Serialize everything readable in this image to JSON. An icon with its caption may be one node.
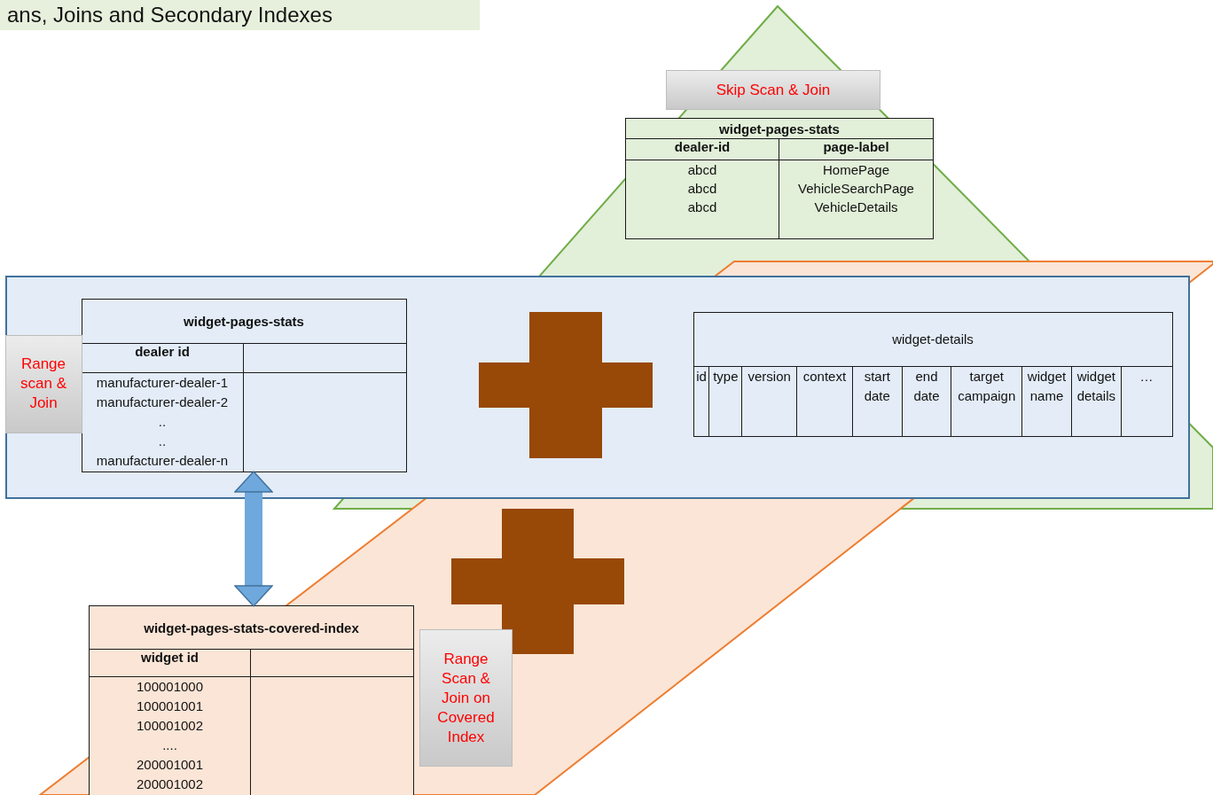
{
  "diagram": {
    "title": "ans, Joins and Secondary Indexes",
    "nodes": [
      {
        "text": [
          "Skip Scan & Join"
        ]
      },
      {
        "text": [
          "widget-pages-stats",
          "dealer-id",
          "page-label",
          "abcd",
          "HomePage",
          "abcd",
          "VehicleSearchPage",
          "abcd",
          "VehicleDetails"
        ]
      },
      {
        "text": [],
        "shape": "box"
      },
      {
        "text": [
          "Range scan & Join"
        ],
        "in": 2
      },
      {
        "text": [
          "widget-pages-stats",
          "dealer id",
          "manufacturer-dealer-1",
          "manufacturer-dealer-2",
          "..",
          "..",
          "manufacturer-dealer-n"
        ],
        "in": 2
      },
      {
        "text": [
          "widget-details",
          "id",
          "type",
          "version",
          "context",
          "start date",
          "end date",
          "target campaign",
          "widget name",
          "widget details",
          "…"
        ],
        "in": 2
      },
      {
        "text": [
          "widget-pages-stats-covered-index",
          "widget id",
          "100001000",
          "100001001",
          "100001002",
          "....",
          "200001001",
          "200001002"
        ]
      },
      {
        "text": [
          "Range Scan & Join on Covered Index"
        ]
      },
      {
        "text": [],
        "shape": "plus",
        "in": 2
      },
      {
        "text": [],
        "shape": "plus"
      }
    ],
    "edges": [
      {
        "from": 4,
        "to": 6,
        "arrow": "both",
        "color": "#6fa8dc"
      }
    ]
  }
}
